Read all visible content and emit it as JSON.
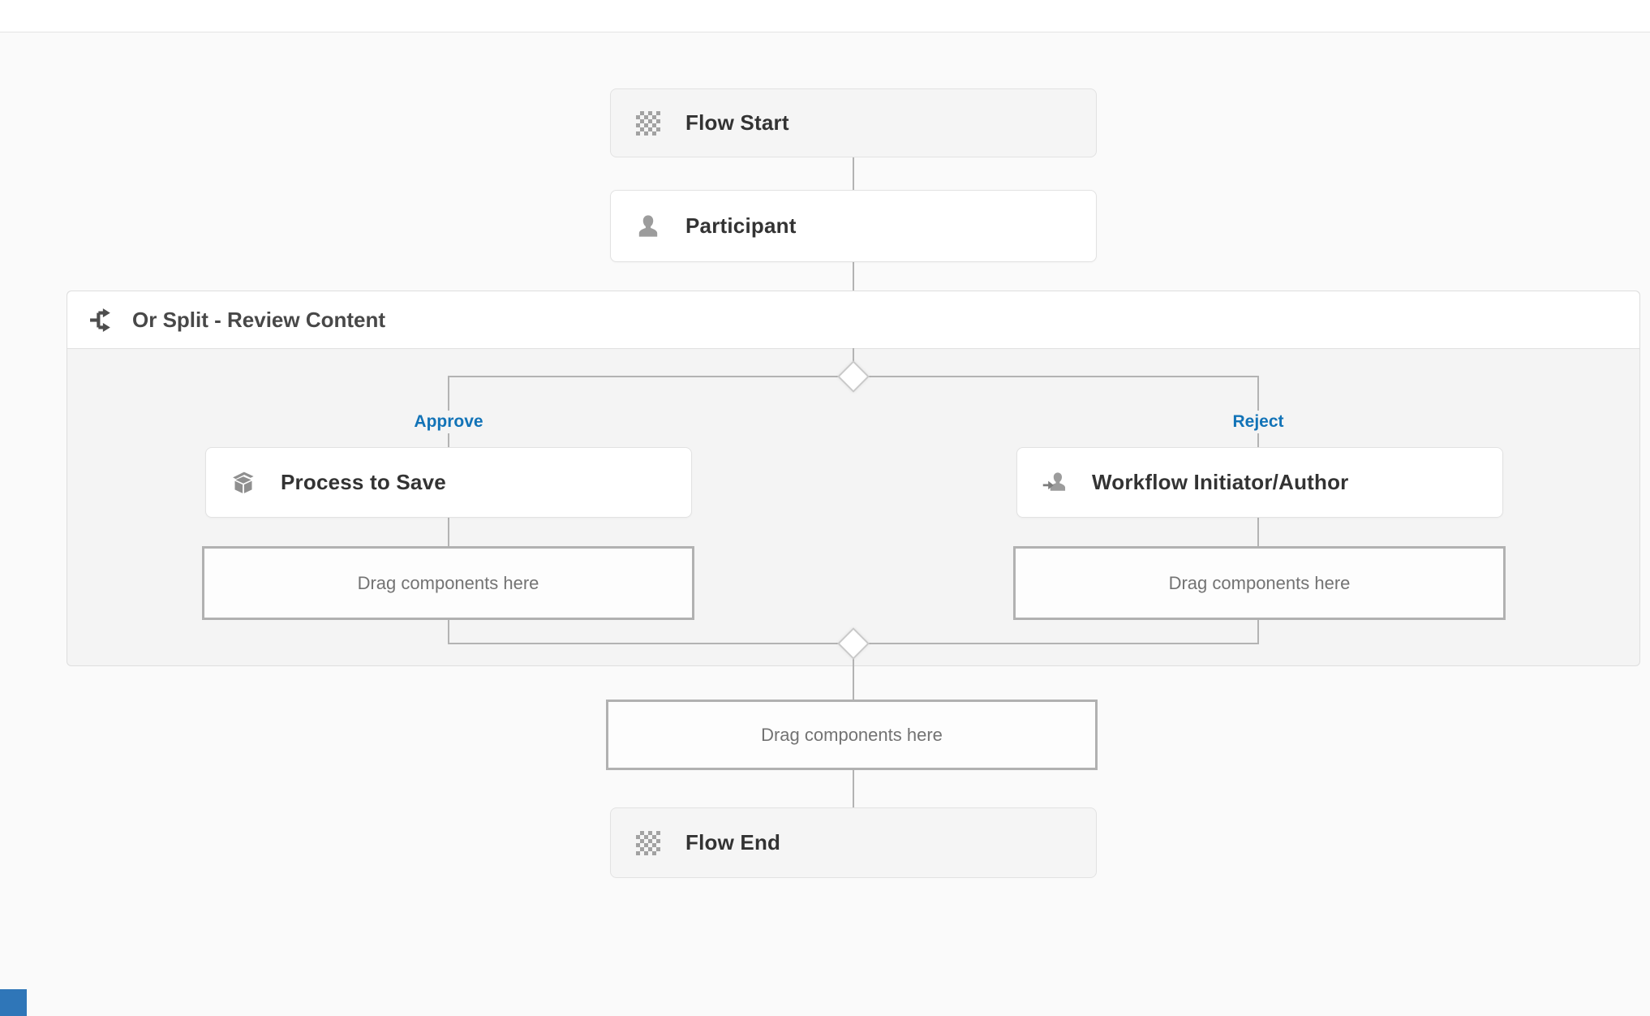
{
  "flow": {
    "start": {
      "label": "Flow Start",
      "icon": "checkerboard"
    },
    "participant": {
      "label": "Participant",
      "icon": "user"
    },
    "split": {
      "title": "Or Split - Review Content",
      "icon": "or-split",
      "branches": [
        {
          "label": "Approve",
          "node_label": "Process to Save",
          "node_icon": "package",
          "dropzone_label": "Drag components here"
        },
        {
          "label": "Reject",
          "node_label": "Workflow Initiator/Author",
          "node_icon": "workflow-initiator",
          "dropzone_label": "Drag components here"
        }
      ]
    },
    "merge_dropzone_label": "Drag components here",
    "end": {
      "label": "Flow End",
      "icon": "checkerboard"
    }
  },
  "colors": {
    "branch_label_blue": "#1273b7",
    "connector_gray": "#b3b3b3",
    "node_text": "#333333",
    "dropzone_text": "#737373",
    "canvas_background": "#fafafa",
    "split_container_background": "#f4f4f4",
    "corner_marker_blue": "#2f76b8"
  }
}
